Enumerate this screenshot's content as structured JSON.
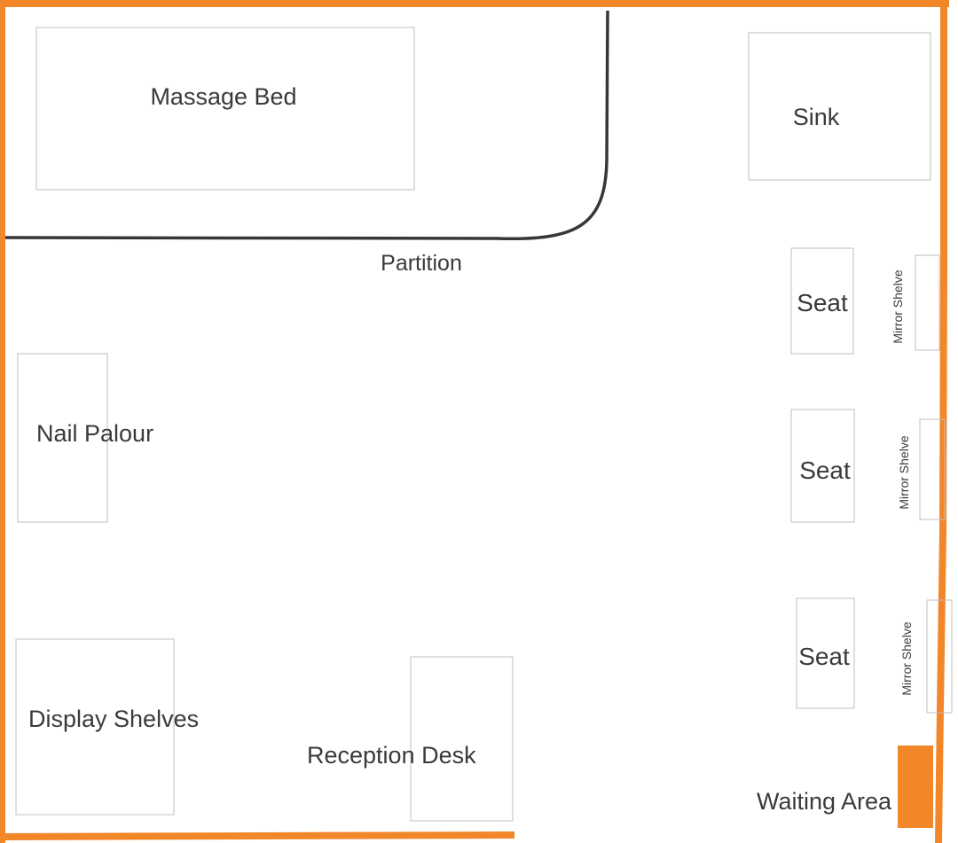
{
  "colors": {
    "outer_wall": "#f2872a",
    "partition": "#3a3538",
    "furniture_outline": "#c4bcbc",
    "waiting_block": "#f2872a",
    "label_text": "#3a3a3a"
  },
  "labels": {
    "massage_bed": "Massage Bed",
    "sink": "Sink",
    "partition": "Partition",
    "seat_1": "Seat",
    "seat_2": "Seat",
    "seat_3": "Seat",
    "mirror_shelve_1": "Mirror Shelve",
    "mirror_shelve_2": "Mirror Shelve",
    "mirror_shelve_3": "Mirror Shelve",
    "nail_palour": "Nail Palour",
    "display_shelves": "Display Shelves",
    "reception_desk": "Reception Desk",
    "waiting_area": "Waiting Area"
  }
}
